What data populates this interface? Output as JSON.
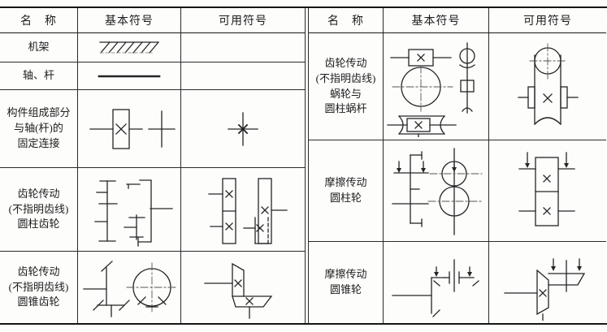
{
  "document": {
    "kind": "mechanism schematic symbol table",
    "line_color": "#1c1c1c",
    "background": "#fdfdfc"
  },
  "left_table": {
    "headers": [
      "名　称",
      "基本符号",
      "可用符号"
    ],
    "rows": [
      {
        "name": "机架"
      },
      {
        "name": "轴、杆"
      },
      {
        "name": "构件组成部分\n与轴(杆)的\n固定连接"
      },
      {
        "name": "齿轮传动\n(不指明齿线)\n圆柱齿轮"
      },
      {
        "name": "齿轮传动\n(不指明齿线)\n圆锥齿轮"
      }
    ]
  },
  "right_table": {
    "headers": [
      "名　称",
      "基本符号",
      "可用符号"
    ],
    "rows": [
      {
        "name": "齿轮传动\n(不指明齿线)\n蜗轮与\n圆柱蜗杆"
      },
      {
        "name": "摩擦传动\n圆柱轮"
      },
      {
        "name": "摩擦传动\n圆锥轮"
      }
    ]
  },
  "symbols": {
    "frame": "hatched-ground-band",
    "shaft": "thick-horizontal-line",
    "fixed_connection_basic": "boxed-x-on-shaft-plus-cross",
    "fixed_connection_alt": "cross-with-x-star",
    "cylindrical_gear_basic": "two-gear-side-view-ticks",
    "cylindrical_gear_alt": "two-rect-columns-with-x",
    "bevel_gear_basic": "angled-ticks-and-circle-crosshair",
    "bevel_gear_alt": "l-shaped-trapezoids-with-x",
    "worm_drive_basic": "boxed-x-over-circle-and-worm-spool",
    "worm_drive_alt": "circle-over-column-with-x-tabs",
    "friction_cyl_basic": "bracket-arrows-and-two-circles",
    "friction_cyl_alt": "split-column-x-with-arrows",
    "friction_bevel_basic": "corner-line-arrows-battery-ticks",
    "friction_bevel_alt": "corner-trapezoids-x-arrows"
  }
}
